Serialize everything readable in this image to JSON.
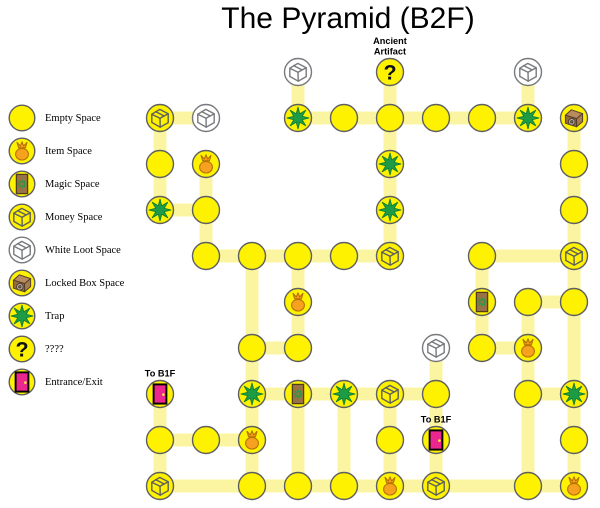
{
  "title": "The Pyramid (B2F)",
  "legend": {
    "items": [
      {
        "icon": "empty",
        "label": "Empty Space"
      },
      {
        "icon": "item",
        "label": "Item Space"
      },
      {
        "icon": "magic",
        "label": "Magic Space"
      },
      {
        "icon": "money",
        "label": "Money Space"
      },
      {
        "icon": "white_loot",
        "label": "White Loot Space"
      },
      {
        "icon": "locked_box",
        "label": "Locked Box Space"
      },
      {
        "icon": "trap",
        "label": "Trap"
      },
      {
        "icon": "question",
        "label": "????"
      },
      {
        "icon": "entrance",
        "label": "Entrance/Exit"
      }
    ]
  },
  "map": {
    "grid": {
      "col_x": [
        160,
        206,
        252,
        298,
        344,
        390,
        436,
        482,
        528,
        574
      ],
      "row_y": [
        72,
        118,
        164,
        210,
        256,
        302,
        348,
        394,
        440,
        486
      ],
      "node_radius": 13.5,
      "path_width": 13
    },
    "annotations": {
      "ancient_artifact": [
        "Ancient",
        "Artifact"
      ],
      "to_b1f": [
        "To B1F"
      ]
    },
    "nodes": [
      [
        3,
        0,
        "white_loot"
      ],
      [
        5,
        0,
        "question",
        "ancient_artifact"
      ],
      [
        8,
        0,
        "white_loot"
      ],
      [
        0,
        1,
        "money"
      ],
      [
        1,
        1,
        "white_loot"
      ],
      [
        3,
        1,
        "trap"
      ],
      [
        4,
        1,
        "empty"
      ],
      [
        5,
        1,
        "empty"
      ],
      [
        6,
        1,
        "empty"
      ],
      [
        7,
        1,
        "empty"
      ],
      [
        8,
        1,
        "trap"
      ],
      [
        9,
        1,
        "locked_box"
      ],
      [
        0,
        2,
        "empty"
      ],
      [
        1,
        2,
        "item"
      ],
      [
        5,
        2,
        "trap"
      ],
      [
        9,
        2,
        "empty"
      ],
      [
        0,
        3,
        "trap"
      ],
      [
        1,
        3,
        "empty"
      ],
      [
        5,
        3,
        "trap"
      ],
      [
        9,
        3,
        "empty"
      ],
      [
        1,
        4,
        "empty"
      ],
      [
        2,
        4,
        "empty"
      ],
      [
        3,
        4,
        "empty"
      ],
      [
        4,
        4,
        "empty"
      ],
      [
        5,
        4,
        "money"
      ],
      [
        7,
        4,
        "empty"
      ],
      [
        9,
        4,
        "money"
      ],
      [
        3,
        5,
        "item"
      ],
      [
        7,
        5,
        "magic"
      ],
      [
        8,
        5,
        "empty"
      ],
      [
        9,
        5,
        "empty"
      ],
      [
        2,
        6,
        "empty"
      ],
      [
        3,
        6,
        "empty"
      ],
      [
        6,
        6,
        "white_loot"
      ],
      [
        7,
        6,
        "empty"
      ],
      [
        8,
        6,
        "item"
      ],
      [
        0,
        7,
        "entrance",
        "to_b1f"
      ],
      [
        2,
        7,
        "trap"
      ],
      [
        3,
        7,
        "magic"
      ],
      [
        4,
        7,
        "trap"
      ],
      [
        5,
        7,
        "money"
      ],
      [
        6,
        7,
        "empty"
      ],
      [
        8,
        7,
        "empty"
      ],
      [
        9,
        7,
        "trap"
      ],
      [
        0,
        8,
        "empty"
      ],
      [
        1,
        8,
        "empty"
      ],
      [
        2,
        8,
        "item"
      ],
      [
        5,
        8,
        "empty"
      ],
      [
        6,
        8,
        "entrance",
        "to_b1f"
      ],
      [
        9,
        8,
        "empty"
      ],
      [
        0,
        9,
        "money"
      ],
      [
        2,
        9,
        "empty"
      ],
      [
        3,
        9,
        "empty"
      ],
      [
        4,
        9,
        "empty"
      ],
      [
        5,
        9,
        "item"
      ],
      [
        6,
        9,
        "money"
      ],
      [
        8,
        9,
        "empty"
      ],
      [
        9,
        9,
        "item"
      ]
    ],
    "edges": [
      [
        0,
        1,
        1,
        1
      ],
      [
        3,
        1,
        4,
        1
      ],
      [
        4,
        1,
        5,
        1
      ],
      [
        5,
        1,
        6,
        1
      ],
      [
        6,
        1,
        7,
        1
      ],
      [
        7,
        1,
        8,
        1
      ],
      [
        0,
        3,
        1,
        3
      ],
      [
        1,
        4,
        2,
        4
      ],
      [
        2,
        4,
        3,
        4
      ],
      [
        3,
        4,
        4,
        4
      ],
      [
        4,
        4,
        5,
        4
      ],
      [
        7,
        4,
        9,
        4
      ],
      [
        8,
        5,
        9,
        5
      ],
      [
        2,
        6,
        3,
        6
      ],
      [
        7,
        6,
        8,
        6
      ],
      [
        2,
        7,
        3,
        7
      ],
      [
        3,
        7,
        4,
        7
      ],
      [
        4,
        7,
        5,
        7
      ],
      [
        5,
        7,
        6,
        7
      ],
      [
        8,
        7,
        9,
        7
      ],
      [
        0,
        8,
        1,
        8
      ],
      [
        1,
        8,
        2,
        8
      ],
      [
        0,
        9,
        2,
        9
      ],
      [
        2,
        9,
        3,
        9
      ],
      [
        3,
        9,
        4,
        9
      ],
      [
        4,
        9,
        5,
        9
      ],
      [
        5,
        9,
        6,
        9
      ],
      [
        6,
        9,
        8,
        9
      ],
      [
        8,
        9,
        9,
        9
      ],
      [
        0,
        1,
        0,
        2
      ],
      [
        0,
        2,
        0,
        3
      ],
      [
        0,
        7,
        0,
        8
      ],
      [
        0,
        8,
        0,
        9
      ],
      [
        1,
        2,
        1,
        3
      ],
      [
        1,
        3,
        1,
        4
      ],
      [
        2,
        4,
        2,
        6
      ],
      [
        2,
        6,
        2,
        7
      ],
      [
        2,
        7,
        2,
        8
      ],
      [
        2,
        8,
        2,
        9
      ],
      [
        3,
        0,
        3,
        1
      ],
      [
        3,
        4,
        3,
        5
      ],
      [
        3,
        5,
        3,
        6
      ],
      [
        3,
        7,
        3,
        9
      ],
      [
        4,
        7,
        4,
        9
      ],
      [
        5,
        0,
        5,
        1
      ],
      [
        5,
        1,
        5,
        2
      ],
      [
        5,
        2,
        5,
        3
      ],
      [
        5,
        3,
        5,
        4
      ],
      [
        5,
        7,
        5,
        8
      ],
      [
        5,
        8,
        5,
        9
      ],
      [
        6,
        6,
        6,
        7
      ],
      [
        6,
        7,
        6,
        8
      ],
      [
        6,
        8,
        6,
        9
      ],
      [
        7,
        4,
        7,
        5
      ],
      [
        7,
        5,
        7,
        6
      ],
      [
        8,
        0,
        8,
        1
      ],
      [
        8,
        5,
        8,
        6
      ],
      [
        8,
        6,
        8,
        7
      ],
      [
        8,
        7,
        8,
        9
      ],
      [
        9,
        1,
        9,
        2
      ],
      [
        9,
        2,
        9,
        3
      ],
      [
        9,
        3,
        9,
        4
      ],
      [
        9,
        4,
        9,
        5
      ],
      [
        9,
        5,
        9,
        7
      ],
      [
        9,
        7,
        9,
        8
      ],
      [
        9,
        8,
        9,
        9
      ]
    ]
  },
  "colors": {
    "node_yellow": "#FFF200",
    "white_node": "#FFFFFF",
    "path_yellow": "#FBF5A1",
    "outline": "#5E5F61",
    "white_outline": "#77797C",
    "trap_green": "#1E9C45",
    "trap_green_dark": "#0F7A33",
    "bag_orange": "#F6A11F",
    "bag_outline": "#B57200",
    "card_brown": "#9B7245",
    "card_border": "#4F3D1E",
    "chest_top": "#BA8B5E",
    "chest_front": "#96683C",
    "chest_side": "#A87C4F",
    "chest_border": "#53402A",
    "lock_gray": "#B3B5B7",
    "door_pink": "#EC268F",
    "knob_yellow": "#F9ED32",
    "label_black": "#000000"
  }
}
